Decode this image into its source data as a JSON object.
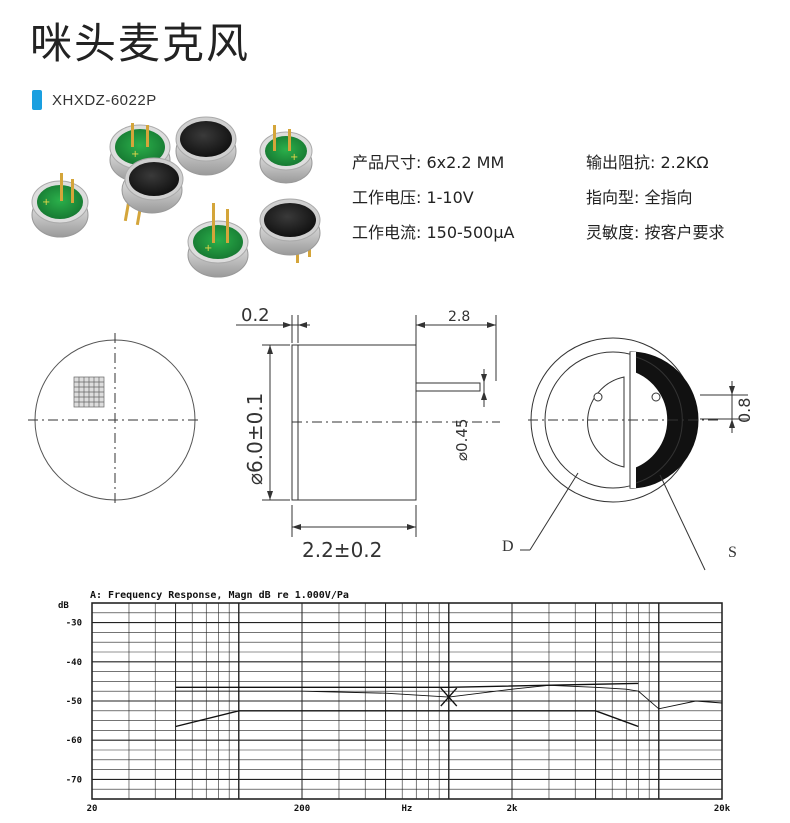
{
  "title": "咪头麦克风",
  "model": "XHXDZ-6022P",
  "specs": {
    "size": "产品尺寸: 6x2.2 MM",
    "voltage": "工作电压: 1-10V",
    "current": "工作电流: 150-500μA",
    "impedance": "输出阻抗: 2.2KΩ",
    "directivity": "指向型: 全指向",
    "sensitivity": "灵敏度: 按客户要求"
  },
  "drawing": {
    "dim_02": "0.2",
    "dim_28": "2.8",
    "dim_dia60": "⌀6.0±0.1",
    "dim_pin": "⌀0.45",
    "dim_len": "2.2±0.2",
    "dim_08": "0.8",
    "label_d": "D",
    "label_s": "S"
  },
  "graph": {
    "header": "A: Frequency Response, Magn dB re 1.000V/Pa",
    "y_unit": "dB",
    "y_ticks": [
      "-30",
      "-40",
      "-50",
      "-60",
      "-70"
    ],
    "x_ticks": [
      "20",
      "200",
      "Hz",
      "2k",
      "20k"
    ]
  },
  "colors": {
    "accent": "#1a9fe0",
    "capsule_green": "#1f8a3a",
    "gold": "#d4a53a"
  },
  "chart_data": {
    "type": "line",
    "title": "A: Frequency Response, Magn dB re 1.000V/Pa",
    "xlabel": "Hz",
    "ylabel": "dB",
    "x_scale": "log",
    "xlim": [
      20,
      20000
    ],
    "ylim": [
      -75,
      -25
    ],
    "series": [
      {
        "x": [
          50,
          100,
          200,
          500,
          1000,
          2000,
          3000,
          5000,
          7000,
          8000,
          10000,
          15000,
          20000
        ],
        "values": [
          -47.5,
          -47.5,
          -47.5,
          -48,
          -49,
          -47,
          -46,
          -46.5,
          -47,
          -47.5,
          -52,
          -50,
          -50.5
        ]
      },
      {
        "x": [
          50,
          100,
          1000,
          8000
        ],
        "values": [
          -46.5,
          -46.5,
          -46.5,
          -45.5
        ]
      },
      {
        "x": [
          50,
          100,
          1000,
          5000,
          8000
        ],
        "values": [
          -56.5,
          -52.5,
          -52.5,
          -52.5,
          -56.5
        ]
      }
    ]
  }
}
